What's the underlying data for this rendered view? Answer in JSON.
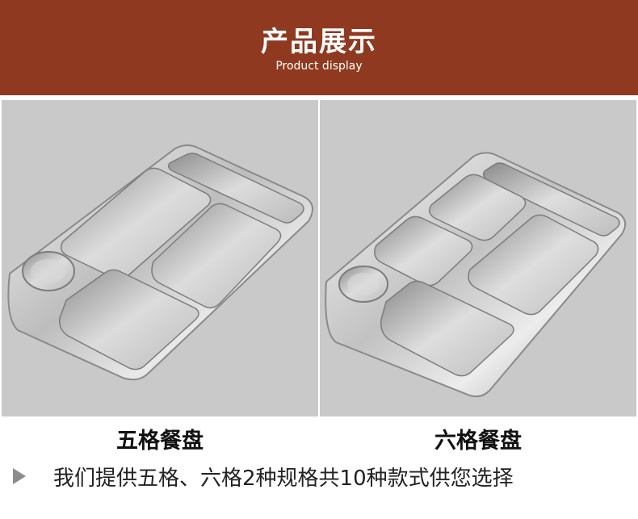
{
  "header": {
    "title": "产品展示",
    "subtitle": "Product display"
  },
  "products": [
    {
      "caption": "五格餐盘"
    },
    {
      "caption": "六格餐盘"
    }
  ],
  "note": {
    "icon": "play-triangle-icon",
    "text": "我们提供五格、六格2种规格共10种款式供您选择"
  },
  "colors": {
    "header_bg": "#8f3a20",
    "panel_bg": "#c9c9c9",
    "icon": "#8c8c8c"
  }
}
